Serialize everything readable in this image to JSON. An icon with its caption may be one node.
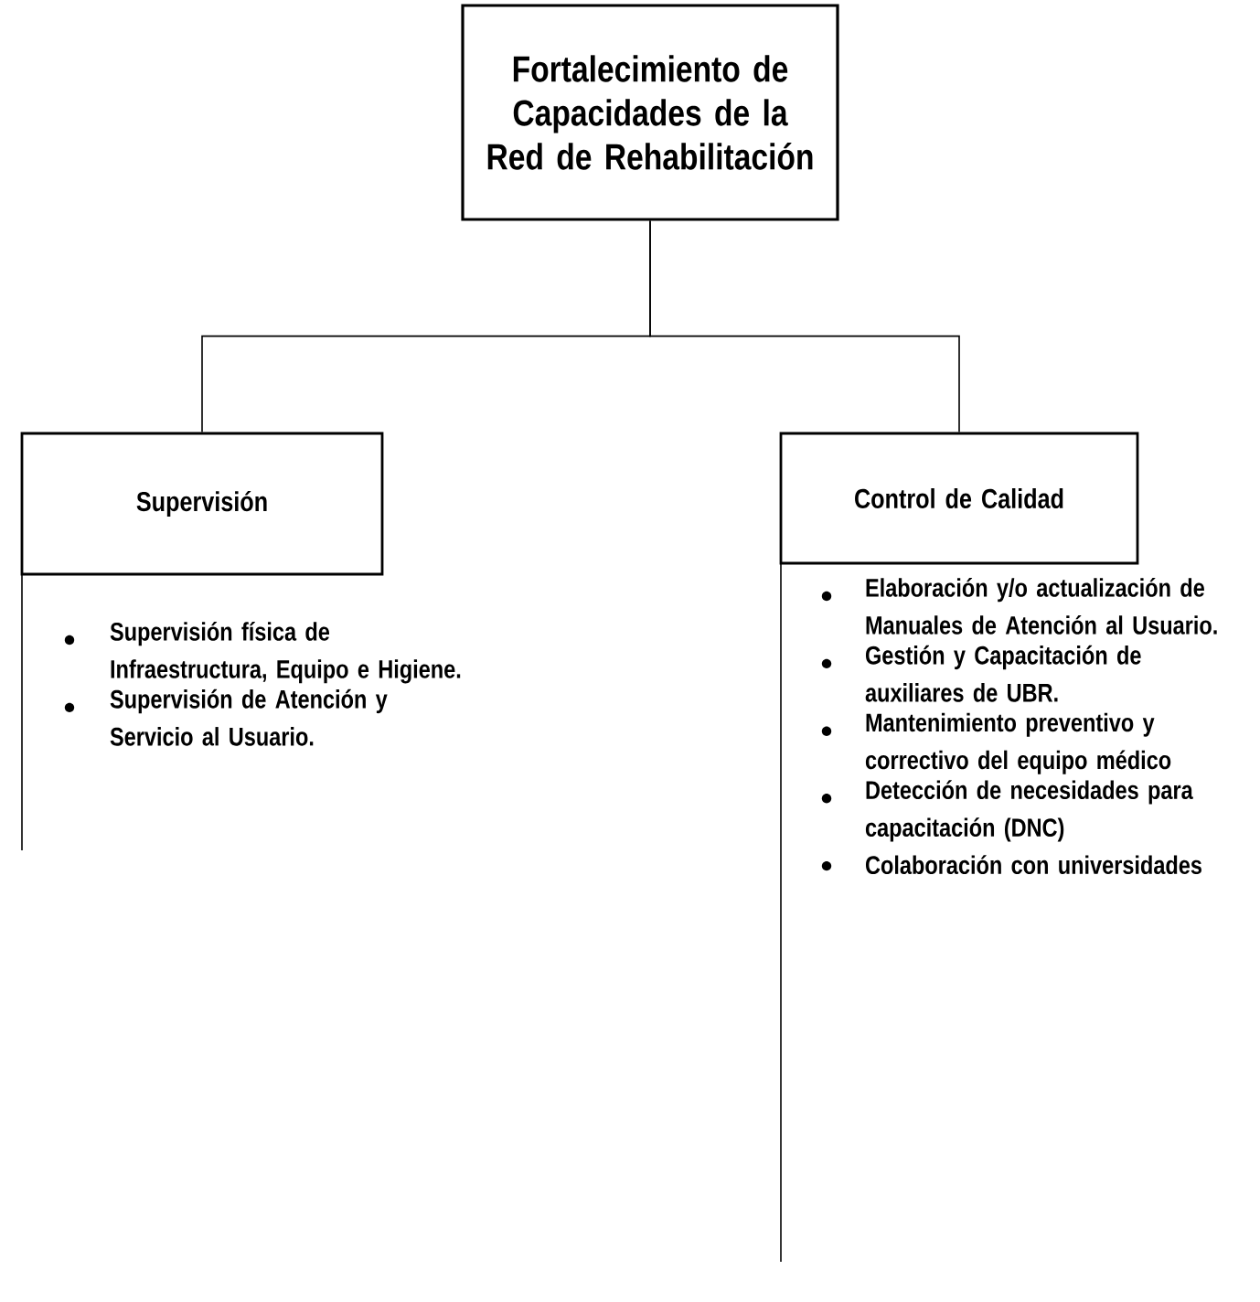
{
  "diagram": {
    "nodes": [
      {
        "text": [
          "Fortalecimiento de Capacidades de la Red de Rehabilitación"
        ]
      },
      {
        "text": [
          "Supervisión"
        ],
        "beside": [
          "Supervisión física de Infraestructura, Equipo e Higiene.",
          "Supervisión de Atención y Servicio al Usuario."
        ]
      },
      {
        "text": [
          "Control de Calidad"
        ],
        "beside": [
          "Elaboración y/o actualización de Manuales de Atención al Usuario.",
          "Gestión y  Capacitación de auxiliares de UBR.",
          "Mantenimiento preventivo y correctivo del equipo médico",
          "Detección de necesidades para capacitación (DNC)",
          "Colaboración con universidades"
        ]
      }
    ],
    "edges": [
      {
        "from": 0,
        "to": 1,
        "arrow": "none"
      },
      {
        "from": 0,
        "to": 2,
        "arrow": "none"
      }
    ]
  }
}
